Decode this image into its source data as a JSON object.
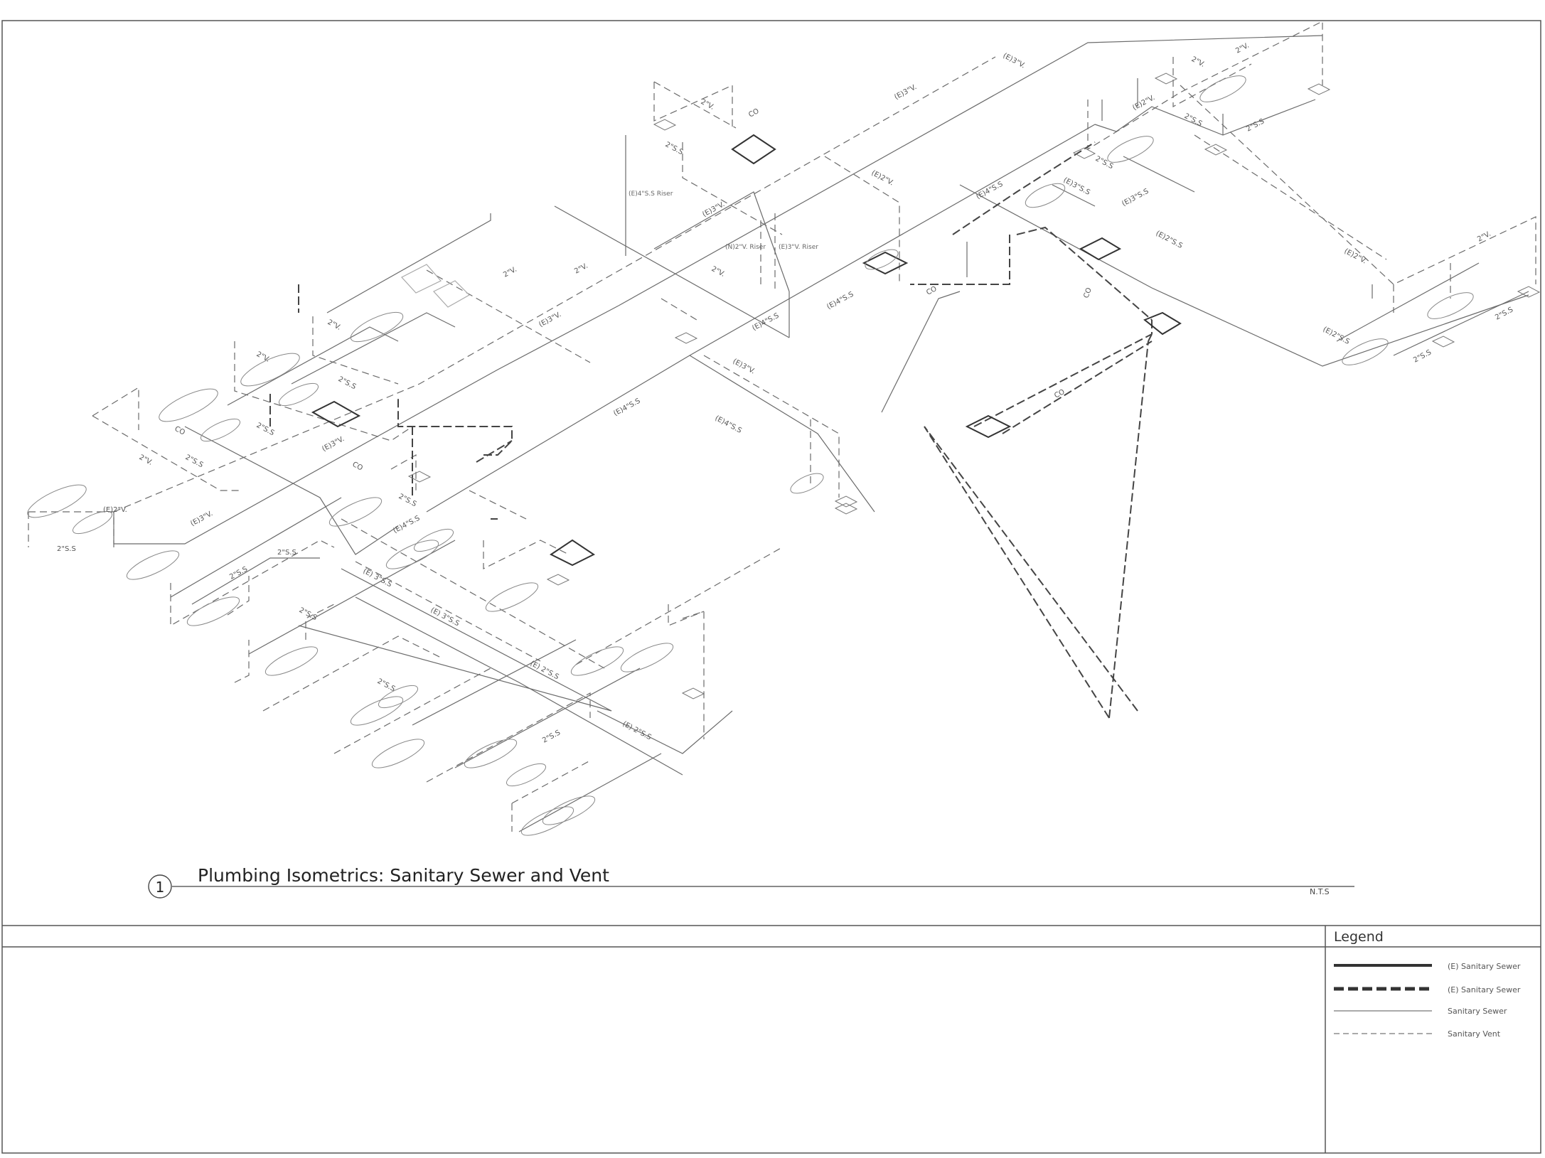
{
  "drawing": {
    "number": "1",
    "title": "Plumbing Isometrics: Sanitary Sewer and Vent",
    "scale": "N.T.S"
  },
  "legend": {
    "heading": "Legend",
    "items": [
      {
        "label": "(E) Sanitary Sewer",
        "style": "solid-heavy"
      },
      {
        "label": "(E) Sanitary Sewer",
        "style": "dashed-heavy"
      },
      {
        "label": "Sanitary Sewer",
        "style": "solid-thin"
      },
      {
        "label": "Sanitary Vent",
        "style": "dashed-thin"
      }
    ]
  },
  "pipe_labels": [
    "(E)3\"V.",
    "(E)3\"V.",
    "(E)3\"V.",
    "(E)3\"V.",
    "(E)3\"V.",
    "(E)3\"V.",
    "(E)3\"V.",
    "(E)4\"S.S Riser",
    "(N)2\"V. Riser",
    "(E)3\"V. Riser",
    "(E)2\"V.",
    "(E)2\"V.",
    "(E)2\"V.",
    "(E)2\"V.",
    "(E)4\"S.S",
    "(E)4\"S.S",
    "(E)4\"S.S",
    "(E)4\"S.S",
    "(E)4\"S.S",
    "(E)4\"S.S",
    "(E)3\"S.S",
    "(E)3\"S.S",
    "(E) 3\"S.S",
    "(E) 3\"S.S",
    "(E)2\"S.S",
    "(E)2\"S.S",
    "(E) 2\"S.S",
    "(E) 2\"S.S",
    "2\"V.",
    "2\"V.",
    "2\"V.",
    "2\"V.",
    "2\"V.",
    "2\"V.",
    "2\"V.",
    "2\"V.",
    "2\"V.",
    "2\"V.",
    "2\"S.S",
    "2\"S.S",
    "2\"S.S",
    "2\"S.S",
    "2\"S.S",
    "2\"S.S",
    "2\"S.S",
    "2\"S.S",
    "2\"S.S",
    "2\"S.S",
    "2\"S.S",
    "2\"S.S",
    "2\"S.S",
    "2\"S.S",
    "2\"S.S",
    "2\"S.S",
    "CO",
    "CO",
    "CO",
    "CO",
    "CO",
    "CO"
  ],
  "colors": {
    "line": "#6b6b6b",
    "heavy": "#333333",
    "border": "#555555"
  }
}
